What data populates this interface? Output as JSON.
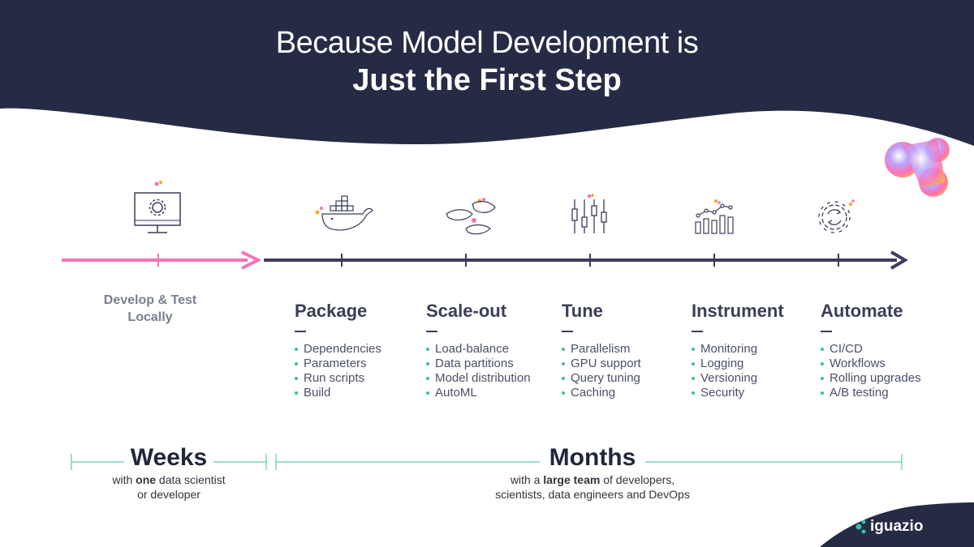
{
  "title": {
    "line1": "Because Model Development is",
    "line2": "Just the First Step"
  },
  "local_stage": {
    "label_line1": "Develop & Test",
    "label_line2": "Locally"
  },
  "stages": [
    {
      "title": "Package",
      "items": [
        "Dependencies",
        "Parameters",
        "Run scripts",
        "Build"
      ]
    },
    {
      "title": "Scale-out",
      "items": [
        "Load-balance",
        "Data partitions",
        "Model distribution",
        "AutoML"
      ]
    },
    {
      "title": "Tune",
      "items": [
        "Parallelism",
        "GPU support",
        "Query tuning",
        "Caching"
      ]
    },
    {
      "title": "Instrument",
      "items": [
        "Monitoring",
        "Logging",
        "Versioning",
        "Security"
      ]
    },
    {
      "title": "Automate",
      "items": [
        "CI/CD",
        "Workflows",
        "Rolling upgrades",
        "A/B testing"
      ]
    }
  ],
  "weeks": {
    "label": "Weeks",
    "sub_pre": "with ",
    "sub_bold": "one",
    "sub_post": " data scientist",
    "sub_line2": "or developer"
  },
  "months": {
    "label": "Months",
    "sub_pre": "with a ",
    "sub_bold": "large team",
    "sub_post": " of developers,",
    "sub_line2": "scientists, data engineers and DevOps"
  },
  "logo": {
    "text": "iguazio"
  },
  "colors": {
    "navy": "#262b45",
    "pink": "#f472b6",
    "timeline": "#3f3d5c",
    "teal": "#3bbf9c",
    "accent_orange": "#f5a623"
  },
  "icons": [
    "monitor-gear-icon",
    "docker-whale-icon",
    "whales-icon",
    "sliders-icon",
    "bar-chart-icon",
    "gear-sync-icon",
    "iguazio-blob-icon"
  ]
}
